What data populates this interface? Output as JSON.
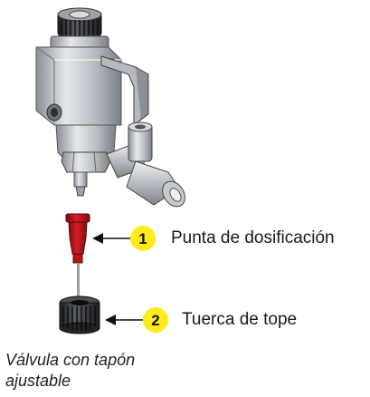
{
  "callouts": [
    {
      "number": "1",
      "label": "Punta de dosificación"
    },
    {
      "number": "2",
      "label": "Tuerca de tope"
    }
  ],
  "caption": {
    "line1": "Válvula con tapón",
    "line2": "ajustable"
  },
  "colors": {
    "badge_fill": "#ffeb1a",
    "tip_red": "#c0141c",
    "metal": "#c9ccd1",
    "dark_knurl": "#2b2d30"
  }
}
